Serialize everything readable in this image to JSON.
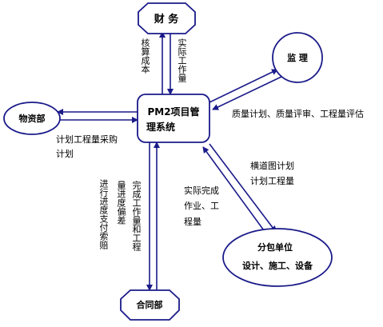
{
  "nodes": {
    "finance": "财  务",
    "supervision": "监  理",
    "materials": "物资部",
    "center_line1": "PM2项目管",
    "center_line2": "理系统",
    "subcontractor_line1": "分包单位",
    "subcontractor_line2": "设计、施工、设备",
    "contracts": "合同部"
  },
  "edge_labels": {
    "cost_accounting": "核算成本",
    "actual_quantity": "实际工作量",
    "quality": "质量计划、质量评审、工程量评估",
    "procurement_line1": "计划工程量采购",
    "procurement_line2": "计划",
    "progress_payment": "进行进度支付索赔",
    "progress_deviation": "量进度偏差",
    "completed_quantity": "完成工作量和工程",
    "actual_work_line1": "实际完成",
    "actual_work_line2": "作业、工",
    "actual_work_line3": "程量",
    "tunnel_line1": "横道图计划",
    "tunnel_line2": "计划工程量"
  }
}
